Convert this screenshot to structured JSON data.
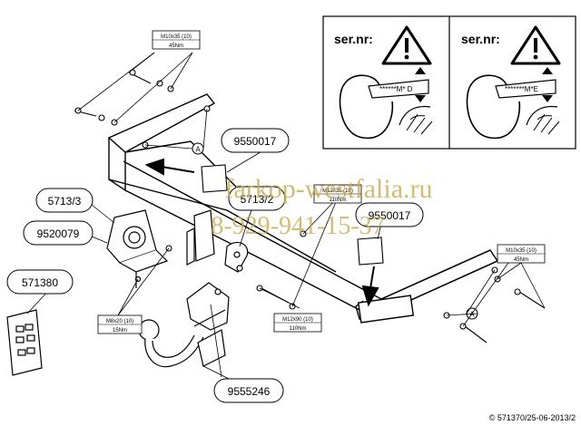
{
  "part_labels": {
    "top_right_bracket": "9550017",
    "side_bracket_left": "5713/3",
    "side_bracket_right": "5713/2",
    "lower_bracket": "9550017",
    "socket_plate": "9520079",
    "electrical_kit": "571380",
    "ball_neck": "9555246"
  },
  "torque_labels": {
    "top": {
      "bolt": "M10x35 (10)",
      "torque": "45Nm"
    },
    "right": {
      "bolt": "M10x35 (10)",
      "torque": "45Nm"
    },
    "center": {
      "bolt": "M12x35 (10)",
      "torque": "110Nm"
    },
    "bottom_left": {
      "bolt": "M8x20 (10)",
      "torque": "15Nm"
    },
    "bottom_center": {
      "bolt": "M12x90 (10)",
      "torque": "110Nm"
    }
  },
  "marker_letter": "A",
  "serial_panel": {
    "left": {
      "prefix": "ser.nr:",
      "code": "******M* D"
    },
    "right": {
      "prefix": "ser.nr:",
      "code": "*******M*E"
    }
  },
  "watermark": {
    "site": "farkop-westfalia.ru",
    "phone": "8-929-941-15-37"
  },
  "footer": "© 571370/25-06-2013/2",
  "colors": {
    "line": "#000000",
    "watermark": "#c9a94a",
    "label_fill": "#ffffff"
  }
}
